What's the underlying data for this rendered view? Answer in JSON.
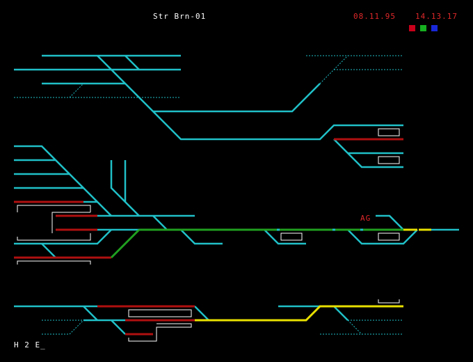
{
  "header": {
    "station_id": "Str Brn-01",
    "date": "08.11.95",
    "time": "14.13.17"
  },
  "status_squares": [
    {
      "name": "red",
      "color": "#c8001a"
    },
    {
      "name": "green",
      "color": "#16b020"
    },
    {
      "name": "blue",
      "color": "#1828d8"
    }
  ],
  "signal_label": "AG",
  "command_line": "H 2 E_",
  "colors": {
    "track": "#20c0c8",
    "occupied": "#b01010",
    "route_set": "#20a020",
    "route_reserved": "#e8e000",
    "dotted": "#20c0c8",
    "outline": "#ffffff",
    "text_red": "#e0282a"
  }
}
